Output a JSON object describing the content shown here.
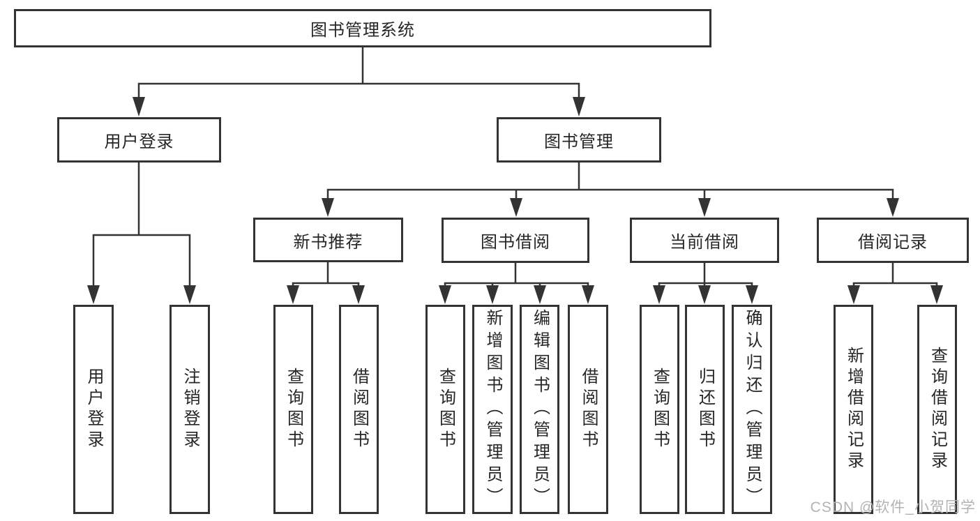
{
  "colors": {
    "line": "#333333",
    "text": "#262626",
    "watermark-color": "#b3b3b3",
    "canvas-bg": "#ffffff"
  },
  "diagram": {
    "title": "图书管理系统",
    "branches": [
      {
        "label": "用户登录",
        "children": [
          "用户登录",
          "注销登录"
        ]
      },
      {
        "label": "图书管理",
        "groups": [
          {
            "label": "新书推荐",
            "children": [
              "查询图书",
              "借阅图书"
            ]
          },
          {
            "label": "图书借阅",
            "children": [
              "查询图书",
              "新增图书（管理员）",
              "编辑图书（管理员）",
              "借阅图书"
            ]
          },
          {
            "label": "当前借阅",
            "children": [
              "查询图书",
              "归还图书",
              "确认归还（管理员）"
            ]
          },
          {
            "label": "借阅记录",
            "children": [
              "新增借阅记录",
              "查询借阅记录"
            ]
          }
        ]
      }
    ]
  },
  "watermark": "CSDN @软件_小贺同学"
}
